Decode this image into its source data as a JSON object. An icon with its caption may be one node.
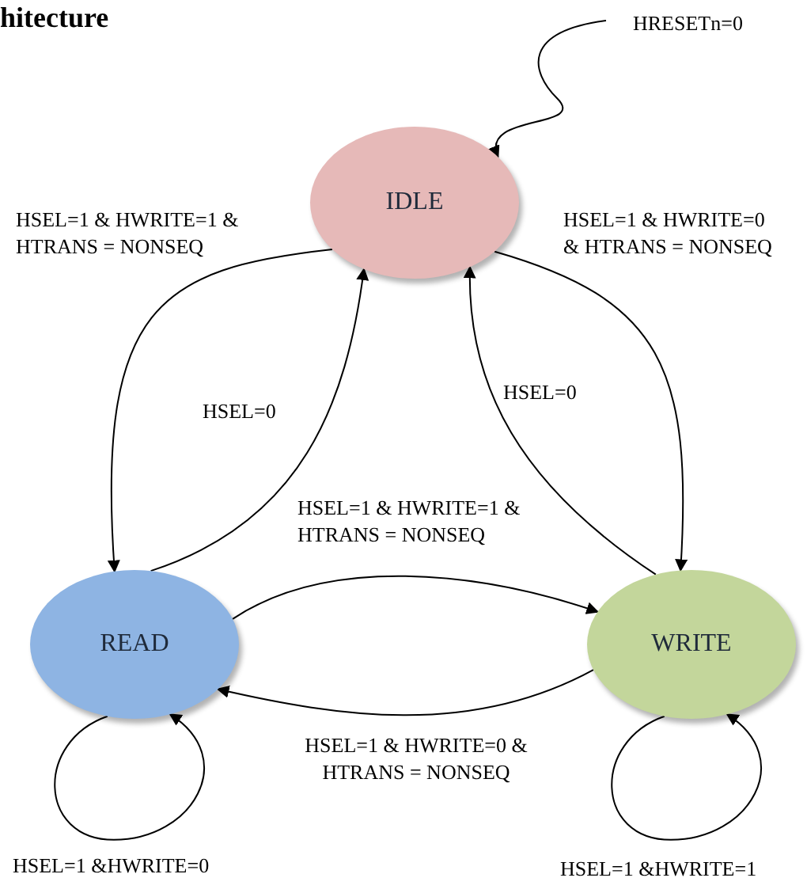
{
  "diagram": {
    "title": "hitecture",
    "nodes": [
      {
        "text": [
          "IDLE"
        ]
      },
      {
        "text": [
          "READ"
        ]
      },
      {
        "text": [
          "WRITE"
        ]
      }
    ],
    "edges": [
      {
        "from": null,
        "to": 0,
        "arrow": "to",
        "label": "HRESETn=0"
      },
      {
        "from": 0,
        "to": 1,
        "arrow": "to",
        "label": "HSEL=1 & HWRITE=1 & HTRANS = NONSEQ"
      },
      {
        "from": 1,
        "to": 0,
        "arrow": "to",
        "label": "HSEL=0"
      },
      {
        "from": 0,
        "to": 2,
        "arrow": "to",
        "label": "HSEL=1 & HWRITE=0 & HTRANS = NONSEQ"
      },
      {
        "from": 2,
        "to": 0,
        "arrow": "to",
        "label": "HSEL=0"
      },
      {
        "from": 1,
        "to": 2,
        "arrow": "to",
        "label": "HSEL=1 & HWRITE=1 & HTRANS = NONSEQ"
      },
      {
        "from": 2,
        "to": 1,
        "arrow": "to",
        "label": "HSEL=1 & HWRITE=0 & HTRANS = NONSEQ"
      },
      {
        "from": 1,
        "to": 1,
        "arrow": "to",
        "label": "HSEL=1 &HWRITE=0"
      },
      {
        "from": 2,
        "to": 2,
        "arrow": "to",
        "label": "HSEL=1 &HWRITE=1"
      }
    ]
  }
}
